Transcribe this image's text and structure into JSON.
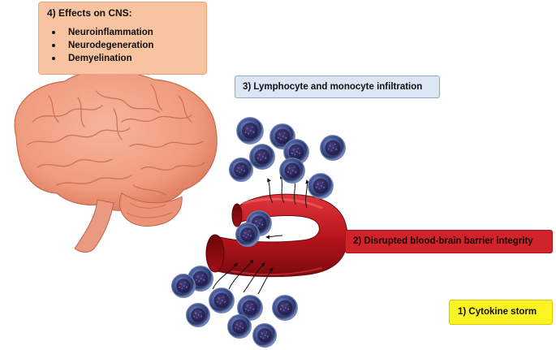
{
  "cns_box": {
    "title": "4) Effects on CNS:",
    "items": [
      "Neuroinflammation",
      "Neurodegeneration",
      "Demyelination"
    ]
  },
  "infiltration_box": {
    "label": "3) Lymphocyte and monocyte infiltration"
  },
  "bbb_box": {
    "label": "2) Disrupted blood-brain barrier integrity"
  },
  "storm_box": {
    "label": "1) Cytokine storm"
  },
  "colors": {
    "cns_box_fill": "#f7c3a0",
    "infiltration_box_fill": "#dce5f4",
    "bbb_box_fill": "#d0232a",
    "storm_box_fill": "#fbf322",
    "brain": "#f2a287",
    "vessel": "#c0161c",
    "cell": "#3f4f8a"
  }
}
